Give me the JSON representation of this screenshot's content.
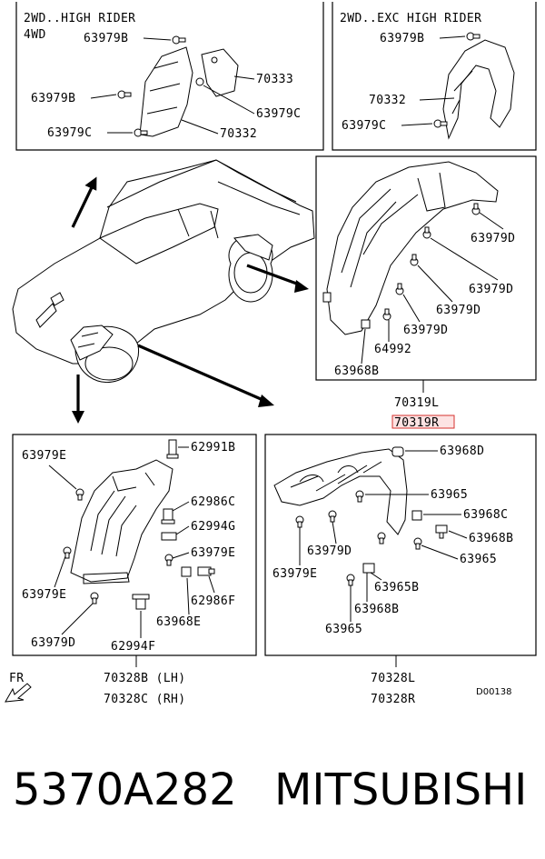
{
  "panels": {
    "top_left": {
      "title_line1": "2WD..HIGH RIDER",
      "title_line2": "4WD",
      "labels": [
        "63979B",
        "63979B",
        "63979C",
        "70333",
        "63979C",
        "70332"
      ]
    },
    "top_right": {
      "title": "2WD..EXC HIGH RIDER",
      "labels": [
        "63979B",
        "70332",
        "63979C"
      ]
    },
    "right_mid": {
      "labels": [
        "63979D",
        "63979D",
        "63979D",
        "63979D",
        "64992",
        "63968B"
      ],
      "part_number": "70319L",
      "part_number_highlight": "70319R"
    },
    "bottom_left": {
      "labels": [
        "63979E",
        "62991B",
        "62986C",
        "62994G",
        "63979E",
        "63979E",
        "62986F",
        "63968E",
        "63979D",
        "62994F"
      ],
      "part_number_lh": "70328B (LH)",
      "part_number_rh": "70328C (RH)"
    },
    "bottom_right": {
      "labels": [
        "63968D",
        "63965",
        "63968C",
        "63968B",
        "63965",
        "63979D",
        "63979E",
        "63965B",
        "63968B",
        "63965"
      ],
      "part_number_l": "70328L",
      "part_number_r": "70328R"
    }
  },
  "direction_label": "FR",
  "diagram_id": "D00138",
  "caption": {
    "part_number": "5370A282",
    "brand": "MITSUBISHI"
  }
}
